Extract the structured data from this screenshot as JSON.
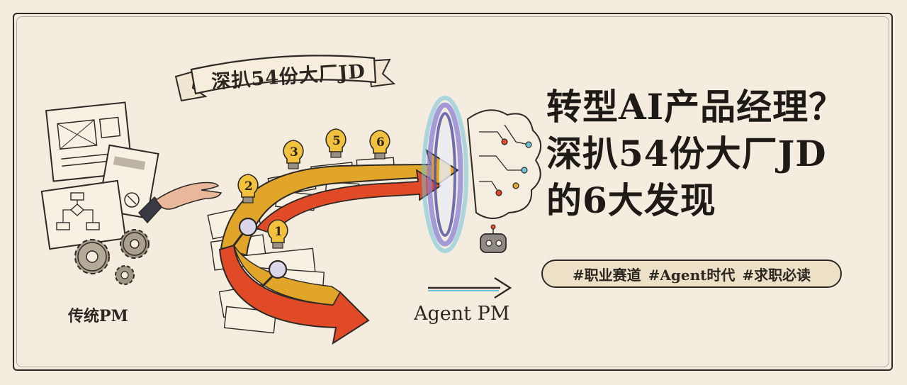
{
  "ribbon": {
    "text": "深扒54份大厂JD"
  },
  "left_label": "传统PM",
  "right_label": "Agent PM",
  "headline": {
    "line1": "转型AI产品经理？",
    "line2": "深扒54份大厂JD",
    "line3": "的6大发现"
  },
  "tags": [
    "#职业赛道",
    "#Agent时代",
    "#求职必读"
  ],
  "bulbs": [
    "1",
    "2",
    "3",
    "5",
    "6"
  ],
  "colors": {
    "background": "#f3ecdf",
    "arrow_yellow": "#e1a52a",
    "arrow_red": "#e04a26",
    "ink": "#2d2a26",
    "portal": "#8a7fd6"
  },
  "icons": [
    "wireframe-icon",
    "flowchart-icon",
    "gears-icon",
    "hand-icon",
    "magnifier-icon",
    "lightbulb-icon",
    "brain-circuit-icon",
    "robot-icon",
    "portal-icon"
  ]
}
